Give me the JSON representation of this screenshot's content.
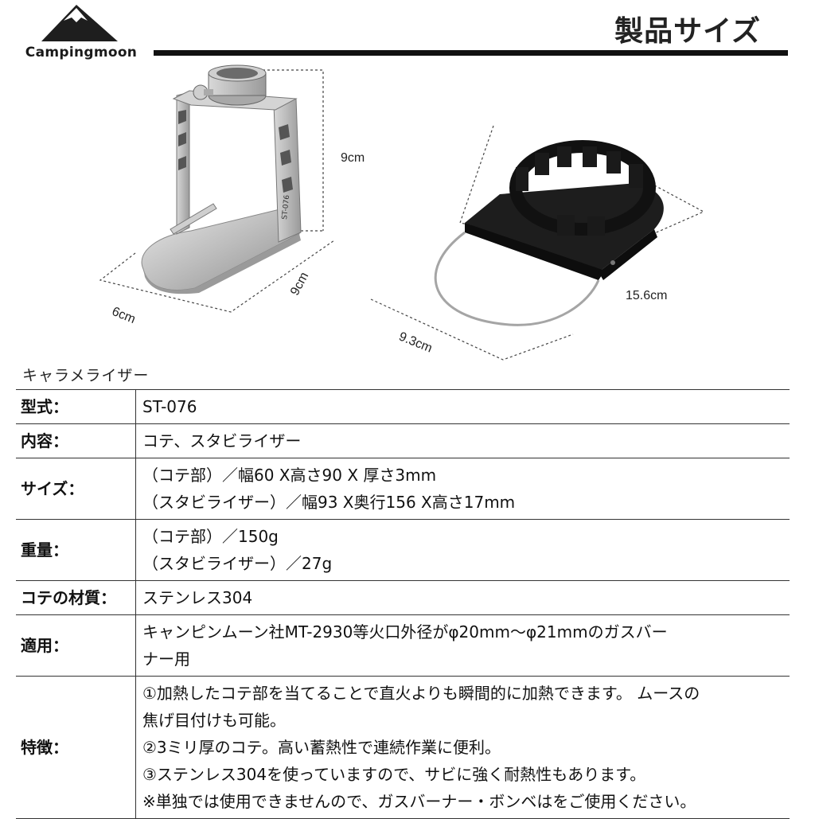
{
  "brand": {
    "name": "Campingmoon"
  },
  "header": {
    "title": "製品サイズ"
  },
  "figure": {
    "dimensions": {
      "iron_height": "9cm",
      "iron_depth": "9cm",
      "iron_width": "6cm",
      "stabilizer_length": "15.6cm",
      "stabilizer_width": "9.3cm"
    },
    "iron_engraving": "ST-076"
  },
  "product_name": "キャラメライザー",
  "specs": [
    {
      "key": "型式：",
      "lines": [
        "ST-076"
      ]
    },
    {
      "key": "内容：",
      "lines": [
        "コテ、スタビライザー"
      ]
    },
    {
      "key": "サイズ：",
      "lines": [
        "（コテ部）／幅60 X高さ90 X 厚さ3mm",
        "（スタビライザー）／幅93 X奥行156 X高さ17mm"
      ]
    },
    {
      "key": "重量：",
      "lines": [
        "（コテ部）／150g",
        "（スタビライザー）／27g"
      ]
    },
    {
      "key": "コテの材質：",
      "lines": [
        "ステンレス304"
      ]
    },
    {
      "key": "適用：",
      "lines": [
        "キャンピンムーン社MT-2930等火口外径がφ20mm～φ21mmのガスバー",
        "ナー用"
      ]
    },
    {
      "key": "特徴：",
      "lines": [
        "①加熱したコテ部を当てることで直火よりも瞬間的に加熱できます。 ムースの",
        "焦げ目付けも可能。",
        "②3ミリ厚のコテ。高い蓄熱性で連続作業に便利。",
        "③ステンレス304を使っていますので、サビに強く耐熱性もあります。",
        "※単独では使用できませんので、ガスバーナー・ボンベはをご使用ください。"
      ]
    }
  ]
}
